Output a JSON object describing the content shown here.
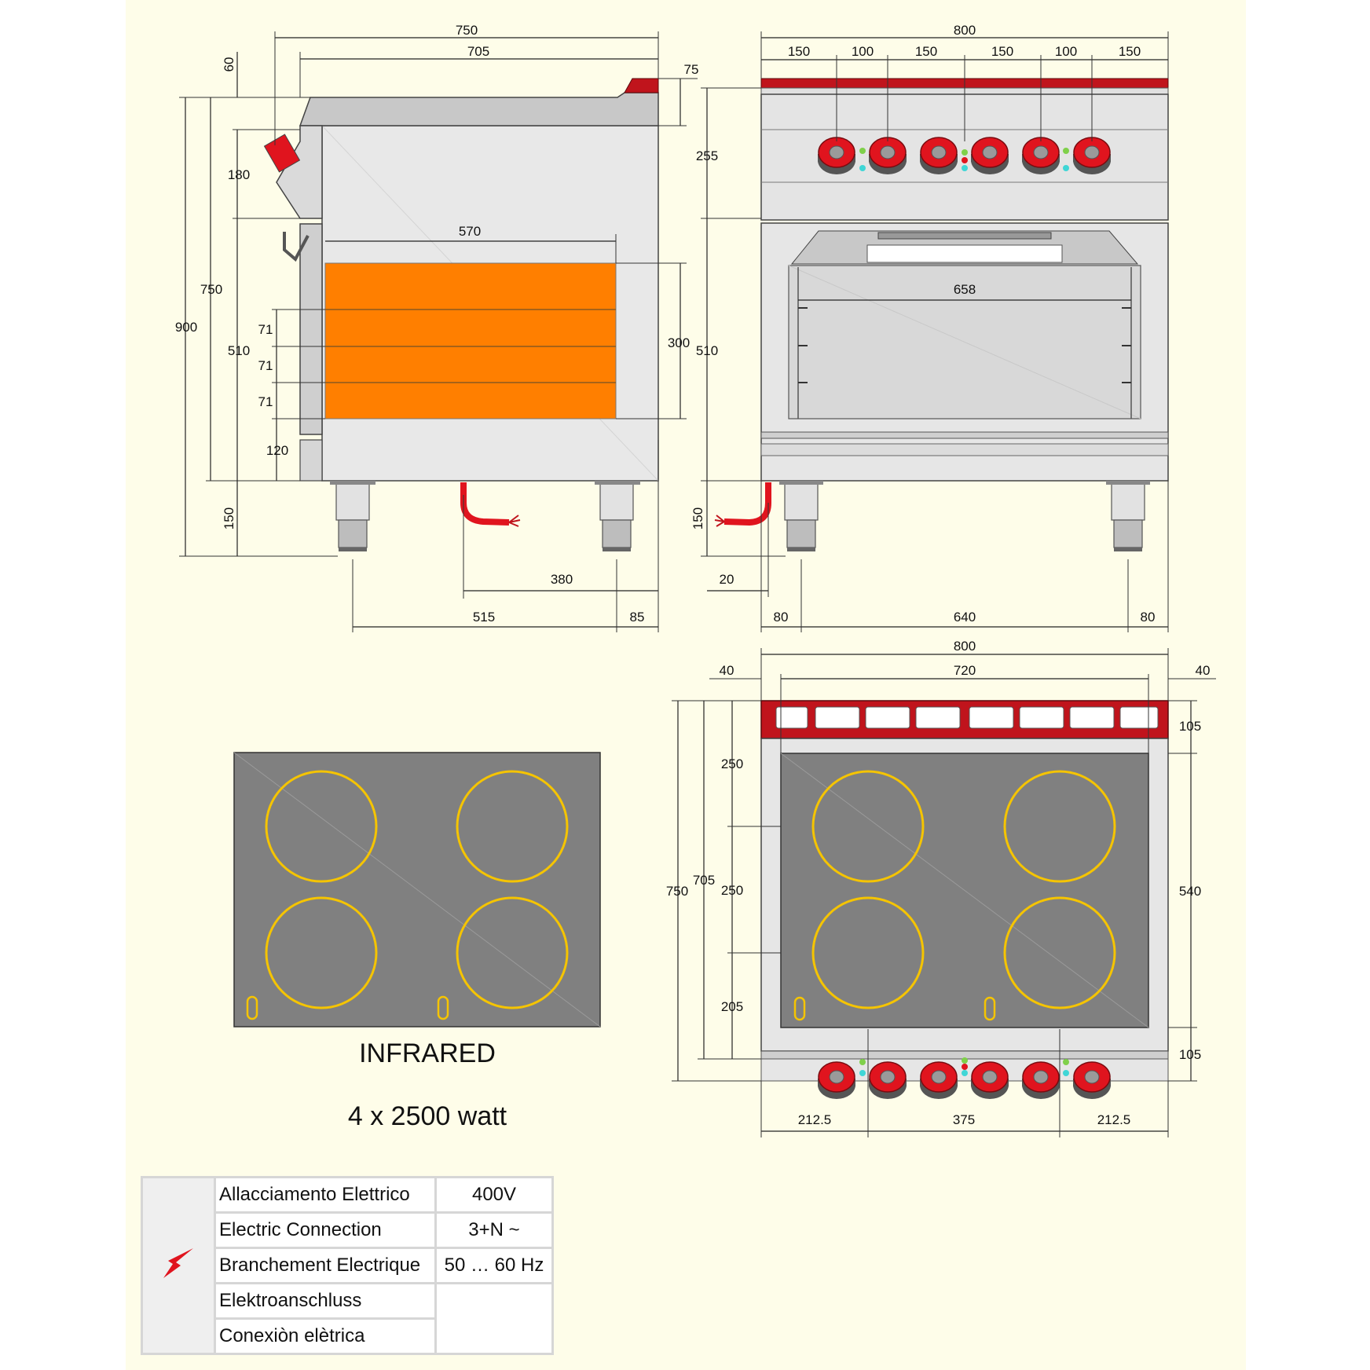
{
  "side_view": {
    "width_total": "750",
    "width_inner": "705",
    "top_thickness": "60",
    "panel_offset": "75",
    "control_height": "180",
    "oven_width": "570",
    "height_total": "900",
    "body_height": "750",
    "oven_height": "510",
    "shelf_1": "71",
    "shelf_2": "71",
    "shelf_3": "71",
    "bottom_gap": "120",
    "oven_chamber_height": "300",
    "leg_height": "150",
    "cable_offset": "380",
    "leg_spacing": "515",
    "rear_leg_offset": "85"
  },
  "front_view": {
    "width_total": "800",
    "segments": [
      "150",
      "100",
      "150",
      "150",
      "100",
      "150"
    ],
    "panel_height": "255",
    "oven_height": "510",
    "oven_inner_width": "658",
    "leg_height": "150",
    "cable_offset": "20",
    "leg_left": "80",
    "leg_spacing": "640",
    "leg_right": "80"
  },
  "top_view": {
    "width_total": "800",
    "inner_width": "720",
    "side_left": "40",
    "side_right": "40",
    "depth_total": "750",
    "depth_inner": "705",
    "zone_1": "250",
    "zone_2": "250",
    "zone_3": "205",
    "back_strip": "105",
    "glass_depth": "540",
    "front_strip": "105",
    "bottom_left": "212.5",
    "bottom_mid": "375",
    "bottom_right": "212.5"
  },
  "captions": {
    "type": "INFRARED",
    "power": "4 x 2500 watt"
  },
  "spec_table": {
    "labels": [
      "Allacciamento Elettrico",
      "Electric Connection",
      "Branchement Electrique",
      "Elektroanschluss",
      "Conexiòn elètrica"
    ],
    "values": [
      "400V",
      "3+N ~",
      "50 … 60 Hz"
    ],
    "icon": "lightning-bolt-icon"
  },
  "colors": {
    "sheet": "#fefde9",
    "oven_orange": "#ff7f00",
    "knob_red": "#e0141e",
    "glass": "#808080",
    "ring": "#f5c400",
    "steel": "#e6e6e6"
  }
}
